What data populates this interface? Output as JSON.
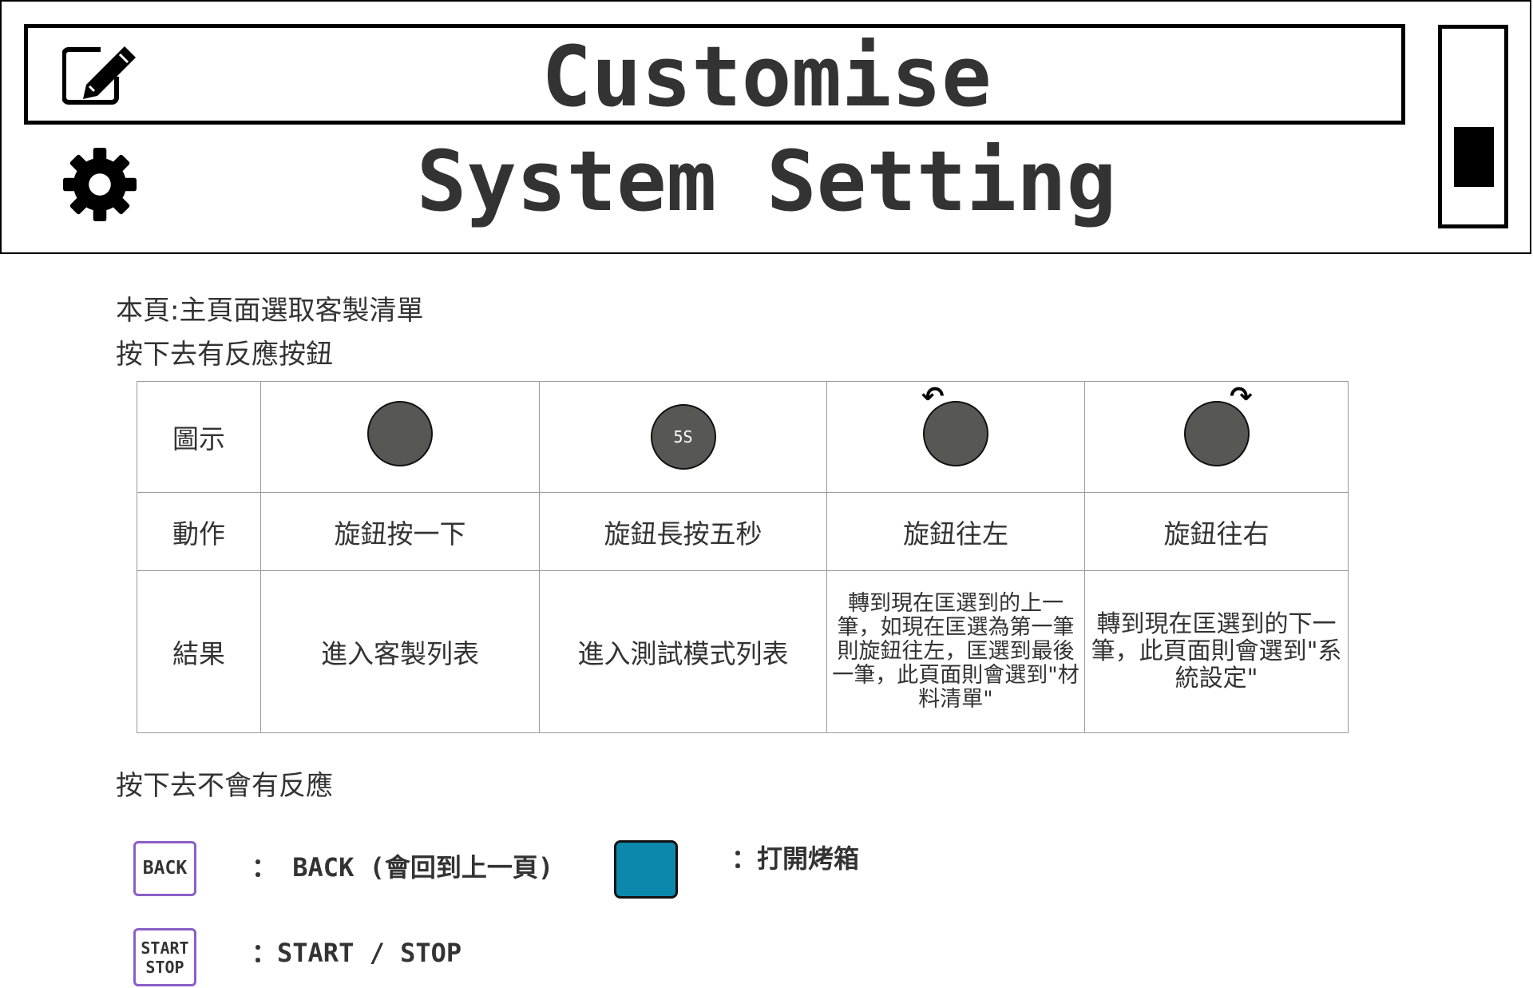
{
  "screen": {
    "menu_items": [
      "Customise",
      "System Setting"
    ],
    "selected_index": 0,
    "icons": [
      "edit-icon",
      "gear-icon"
    ],
    "scroll_position": "middle"
  },
  "description": {
    "page_note": "本頁:主頁面選取客製清單",
    "responsive_heading": "按下去有反應按鈕",
    "unresponsive_heading": "按下去不會有反應"
  },
  "table": {
    "row_headers": [
      "圖示",
      "動作",
      "結果"
    ],
    "knob_icons": [
      {
        "label": "",
        "icon": "knob-icon"
      },
      {
        "label": "5S",
        "icon": "knob-5s-icon"
      },
      {
        "label": "",
        "icon": "knob-rotate-left-icon"
      },
      {
        "label": "",
        "icon": "knob-rotate-right-icon"
      }
    ],
    "actions": [
      "旋鈕按一下",
      "旋鈕長按五秒",
      "旋鈕往左",
      "旋鈕往右"
    ],
    "results": [
      "進入客製列表",
      "進入測試模式列表",
      "轉到現在匡選到的上一筆，如現在匡選為第一筆則旋鈕往左，匡選到最後一筆，此頁面則會選到\"材料清單\"",
      "轉到現在匡選到的下一筆，此頁面則會選到\"系統設定\""
    ]
  },
  "legend": {
    "back_key_label": "BACK",
    "back_desc": "： BACK (會回到上一頁)",
    "start_key_line1": "START",
    "start_key_line2": "STOP",
    "start_desc": "：START / STOP",
    "oven_desc": "：打開烤箱",
    "oven_color": "#0d88ad"
  }
}
